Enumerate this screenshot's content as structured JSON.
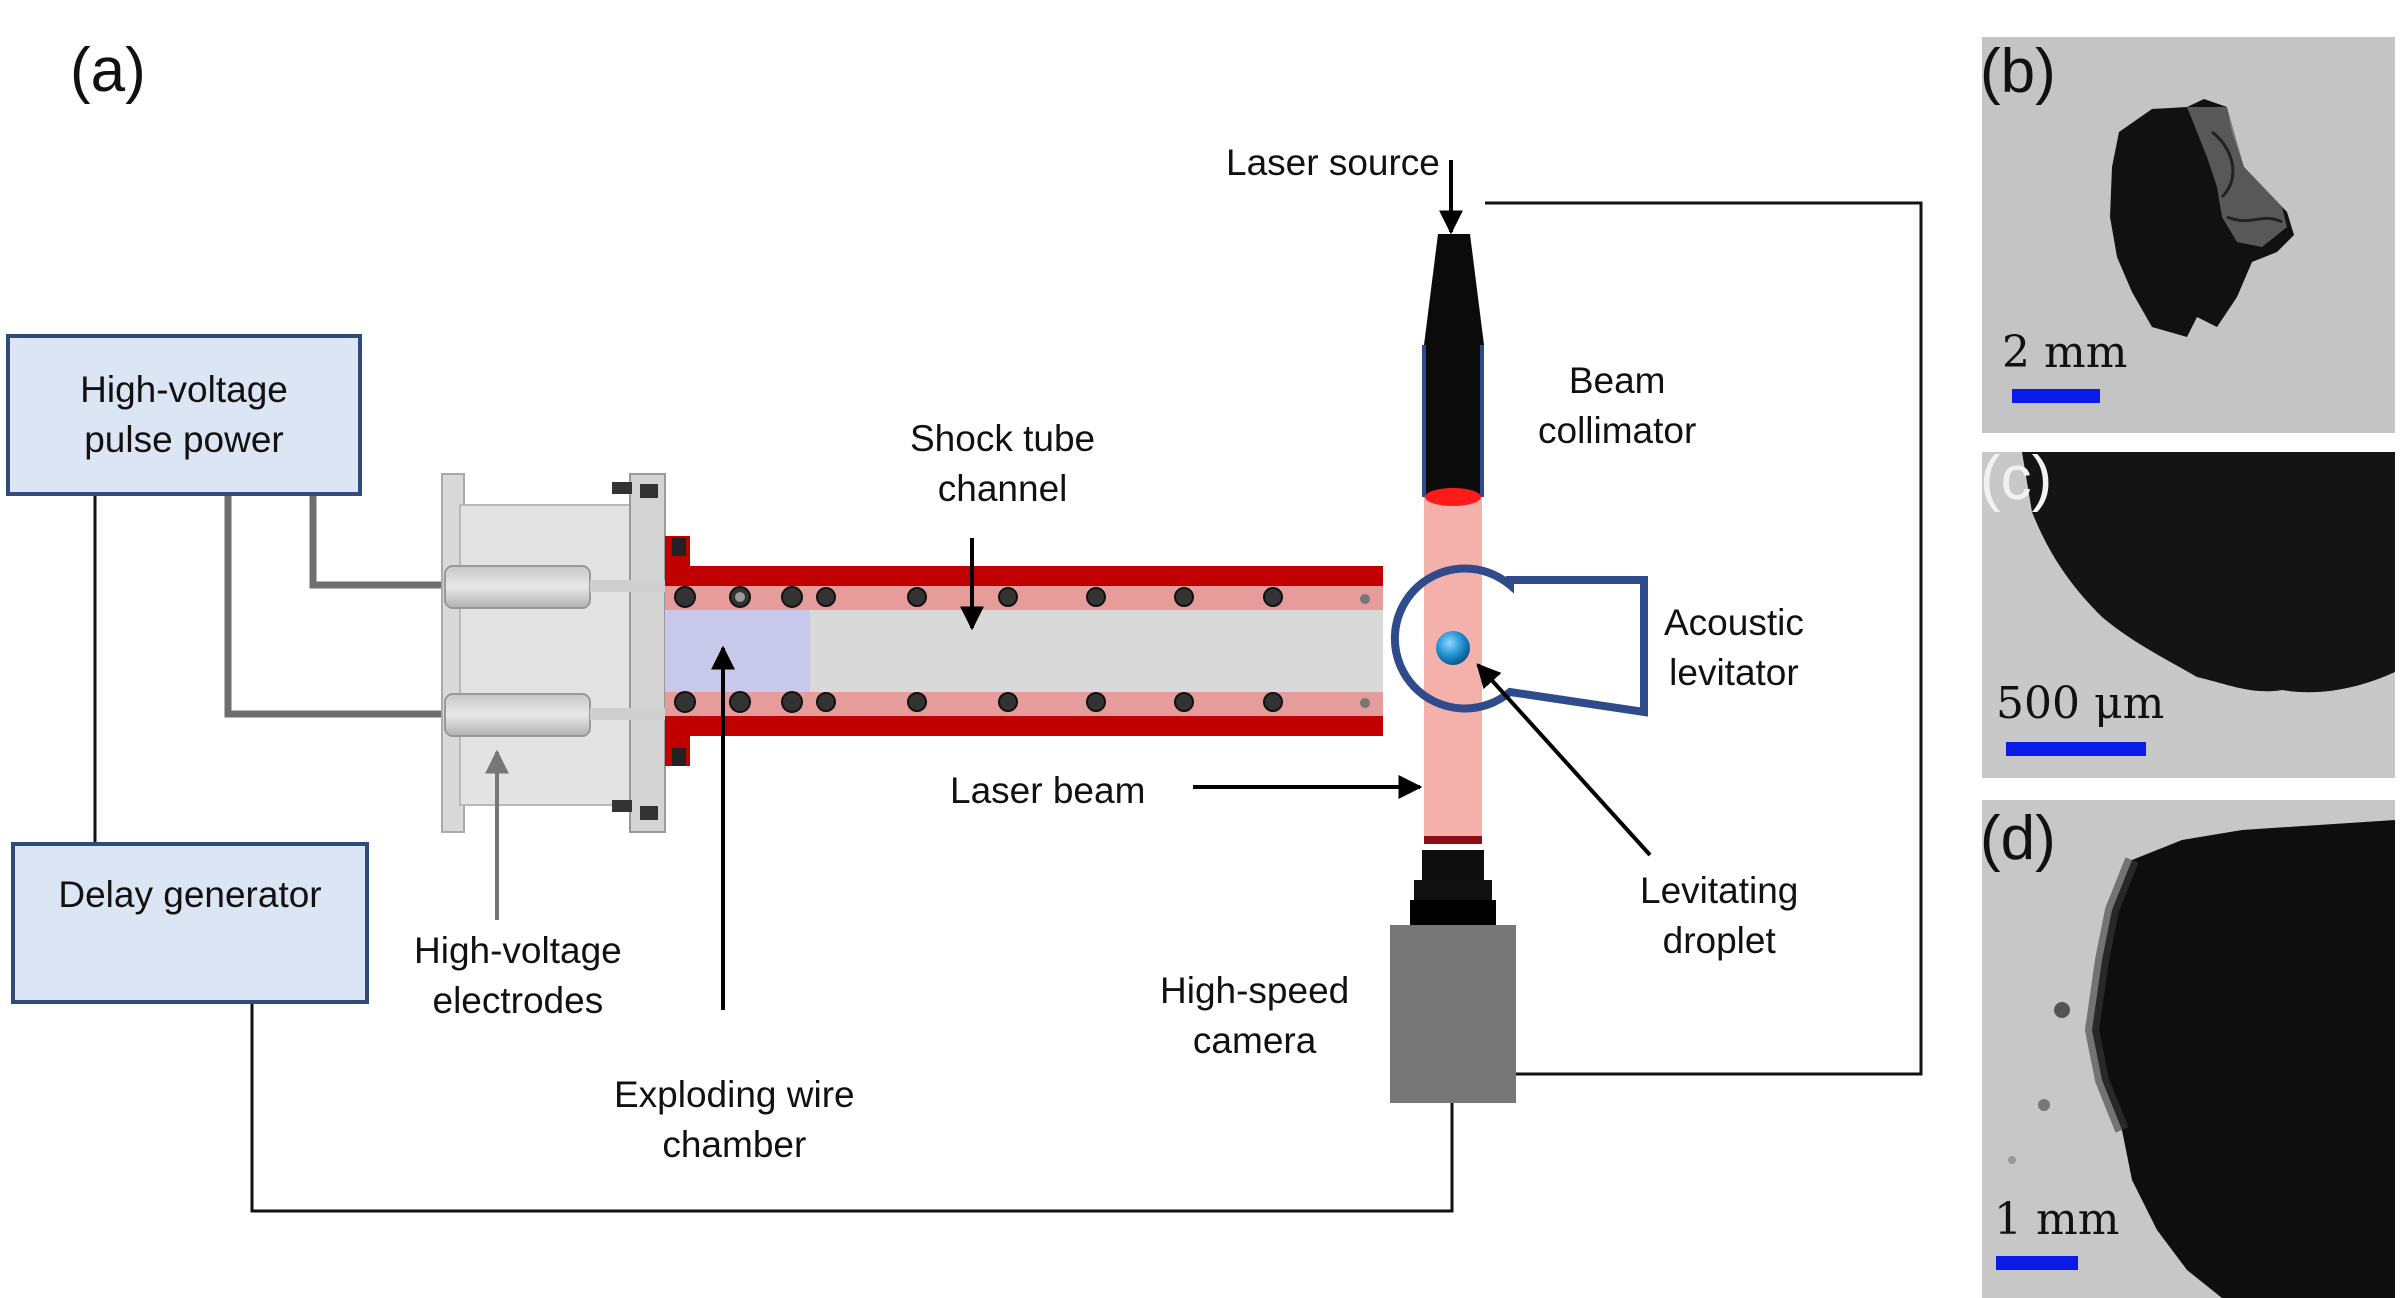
{
  "panels": {
    "a": "(a)",
    "b": "(b)",
    "c": "(c)",
    "d": "(d)"
  },
  "boxes": {
    "pulse_power": [
      "High-voltage",
      "pulse power"
    ],
    "delay_generator": "Delay generator"
  },
  "labels": {
    "laser_source": "Laser source",
    "beam_collimator": [
      "Beam",
      "collimator"
    ],
    "shock_tube": [
      "Shock tube",
      "channel"
    ],
    "acoustic_levitator": [
      "Acoustic",
      "levitator"
    ],
    "laser_beam": "Laser beam",
    "levitating_droplet": [
      "Levitating",
      "droplet"
    ],
    "high_speed_camera": [
      "High-speed",
      "camera"
    ],
    "electrodes": [
      "High-voltage",
      "electrodes"
    ],
    "exploding_wire": [
      "Exploding wire",
      "chamber"
    ]
  },
  "scale_bars": {
    "b": "2 mm",
    "c": "500 μm",
    "d": "1 mm"
  },
  "colors": {
    "box_fill": "#dbe5f4",
    "box_border": "#2f4b7c",
    "tube_red": "#c00000",
    "laser_pink": "#f4b0ab",
    "levitator_blue": "#2f4b8c",
    "scale_blue": "#0a1be8"
  }
}
